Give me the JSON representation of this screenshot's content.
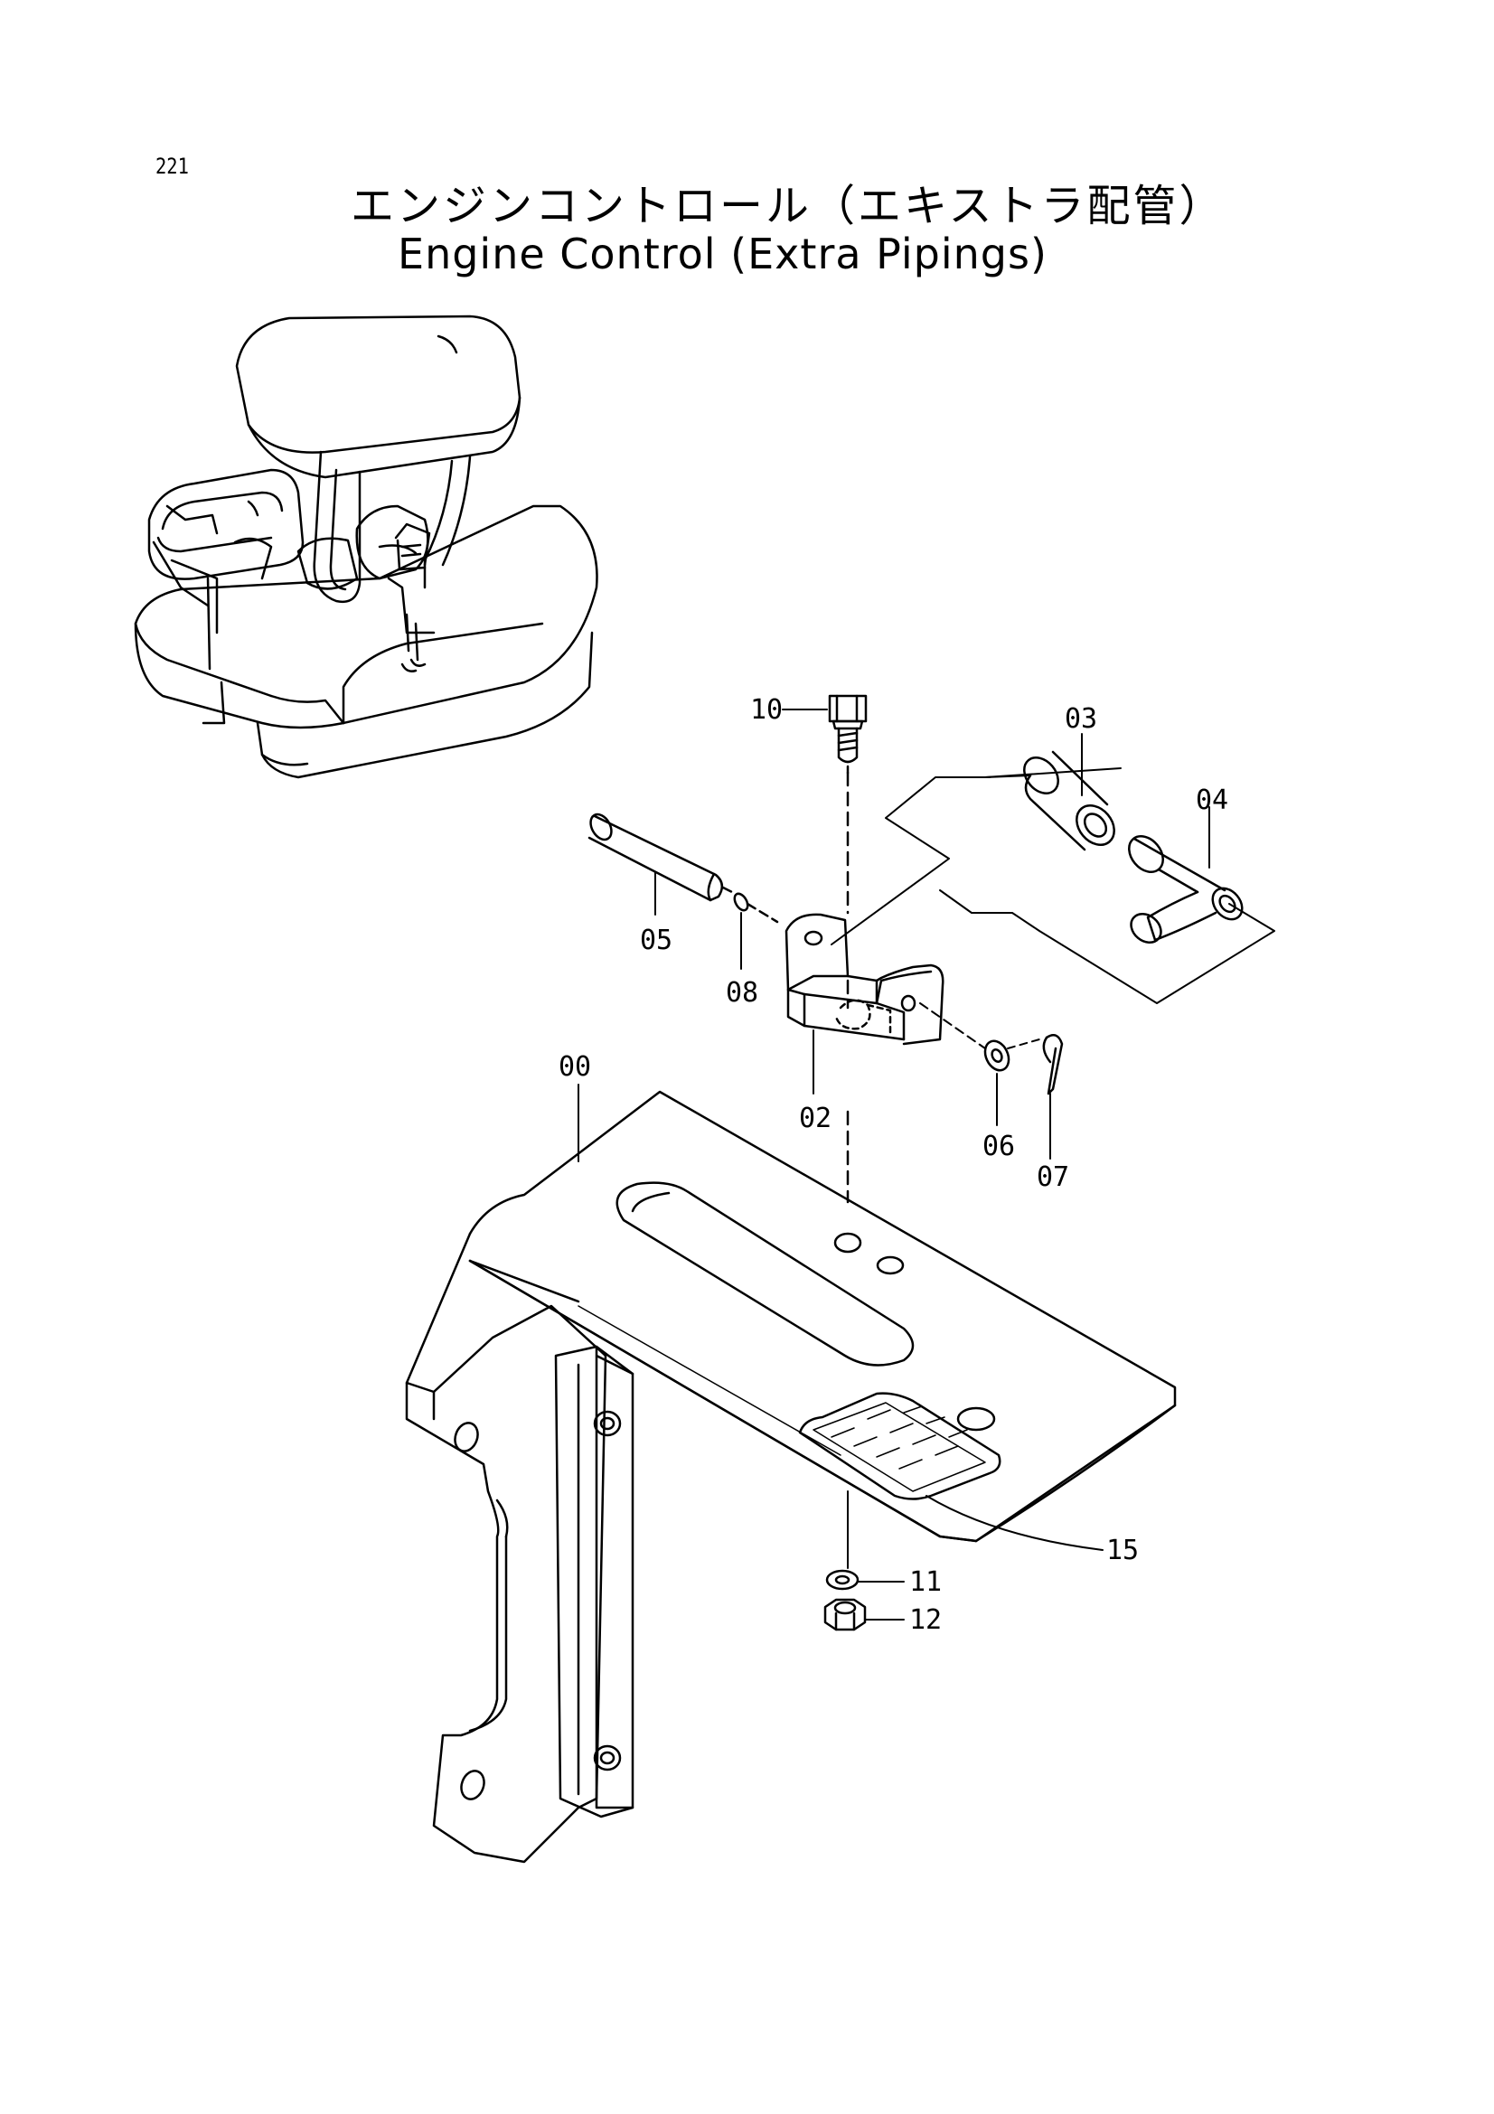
{
  "page_number": "221",
  "title_jp": "エンジンコントロール（エキストラ配管）",
  "title_en": "Engine Control (Extra Pipings)",
  "part_labels": {
    "p00": "00",
    "p02": "02",
    "p03": "03",
    "p04": "04",
    "p05": "05",
    "p06": "06",
    "p07": "07",
    "p08": "08",
    "p10": "10",
    "p11": "11",
    "p12": "12",
    "p15": "15"
  }
}
